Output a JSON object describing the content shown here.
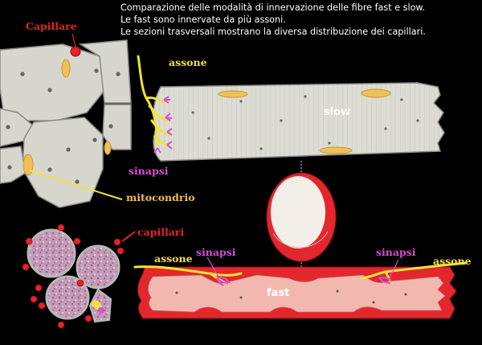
{
  "caption": {
    "line1": "Comparazione delle modalità di innervazione delle fibre fast e slow.",
    "line2": "Le fast sono innervate da più assoni.",
    "line3": "Le sezioni trasversali mostrano la diversa distribuzione dei capillari."
  },
  "labels": {
    "capillare": "Capillare",
    "assone_top": "assone",
    "slow": "slow",
    "sinapsi_top": "sinapsi",
    "mitocondrio": "mitocondrio",
    "capillari": "capillari",
    "assone_left": "assone",
    "sinapsi_left": "sinapsi",
    "fast": "fast",
    "sinapsi_right": "sinapsi",
    "assone_right": "assone"
  },
  "colors": {
    "background": "#000000",
    "caption_text": "#ffffff",
    "capillary_red": "#e8212a",
    "axon_yellow": "#f2e23a",
    "synapse_magenta": "#d54fd5",
    "slow_fiber": "#dadad4",
    "fast_fiber": "#f2b8b0",
    "mitochondria": "#eec05a",
    "fast_section": "#c898b8"
  }
}
